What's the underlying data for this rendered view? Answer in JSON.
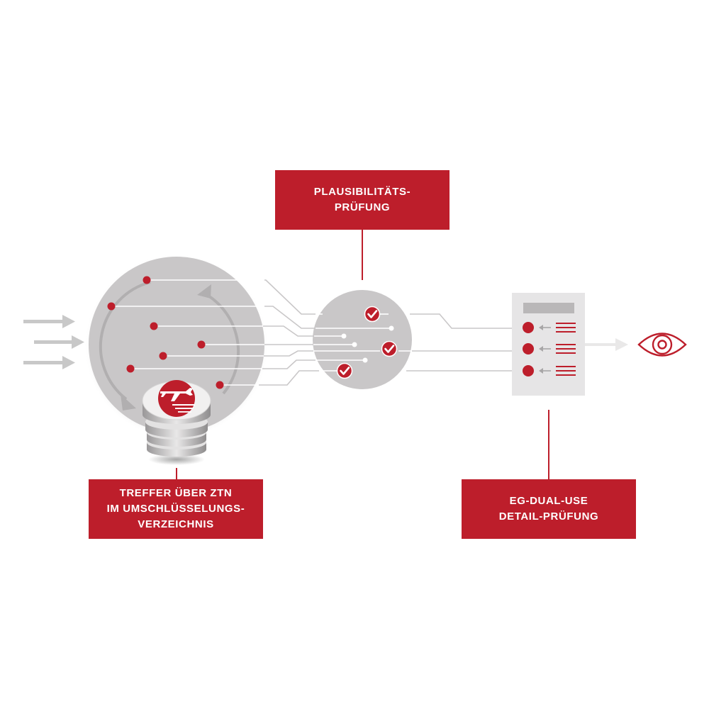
{
  "colors": {
    "accent": "#bd1e2b",
    "circle_fill": "#c9c7c8",
    "line": "#ffffff",
    "arrow": "#c8c8c8",
    "document": "#e6e5e6"
  },
  "boxes": {
    "plausibility": {
      "line1": "PLAUSIBILITÄTS-",
      "line2": "PRÜFUNG"
    },
    "treffer": {
      "line1": "TREFFER ÜBER ZTN",
      "line2": "IM UMSCHLÜSSELUNGS-",
      "line3": "VERZEICHNIS"
    },
    "eg_dual_use": {
      "line1": "EG-DUAL-USE",
      "line2": "DETAIL-PRÜFUNG"
    }
  },
  "icons": {
    "database": "database-icon",
    "airplane": "airplane-icon",
    "check": "check-icon",
    "document": "document-icon",
    "eye": "eye-icon"
  }
}
